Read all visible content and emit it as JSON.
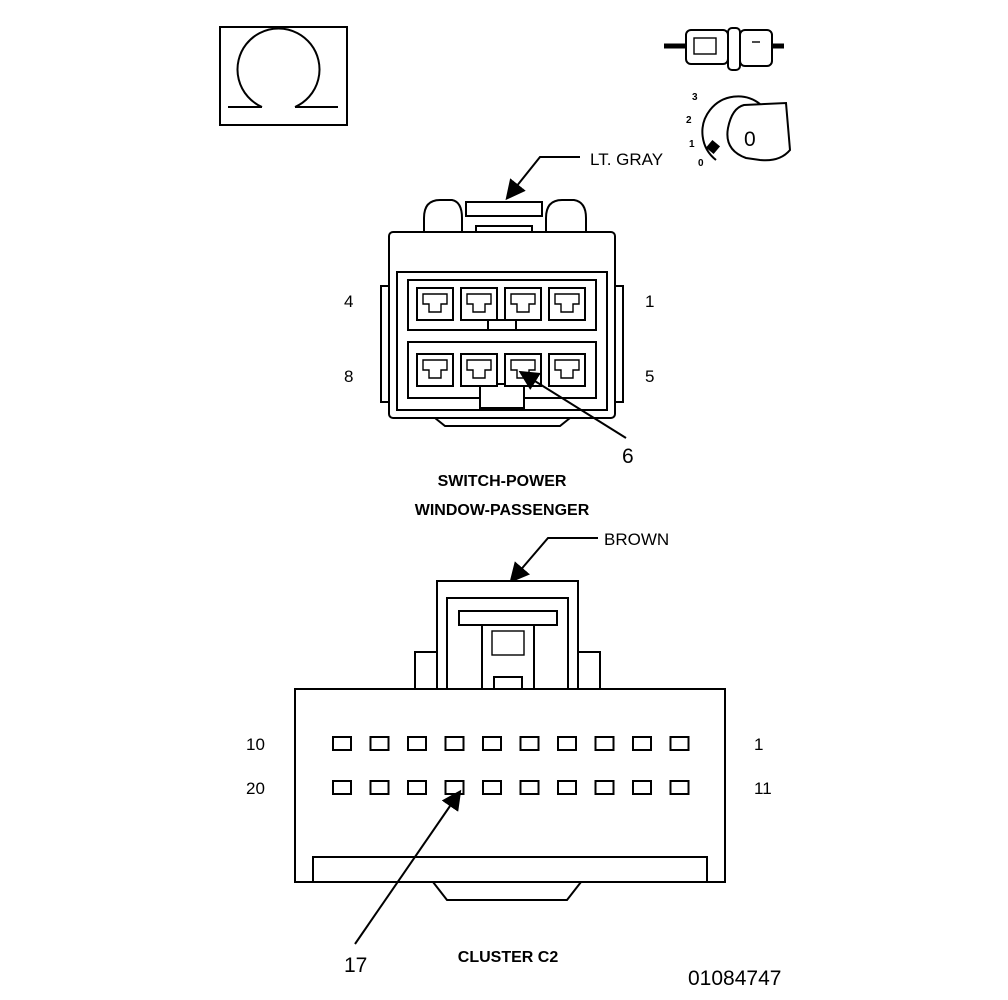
{
  "top_icons": {
    "rotation_symbol": "omega-rotation-icon",
    "connector_symbol": "inline-connector-icon",
    "key_symbol": "ignition-key-icon",
    "key_label": "0",
    "key_positions": [
      "3",
      "2",
      "1",
      "0"
    ]
  },
  "connector_switch": {
    "color_label": "LT. GRAY",
    "pin_labels": {
      "top_left": "4",
      "top_right": "1",
      "bottom_left": "8",
      "bottom_right": "5"
    },
    "callout_pin": "6",
    "title_line1": "SWITCH-POWER",
    "title_line2": "WINDOW-PASSENGER",
    "cavity_count": 8
  },
  "connector_cluster": {
    "color_label": "BROWN",
    "pin_labels": {
      "top_left": "10",
      "top_right": "1",
      "bottom_left": "20",
      "bottom_right": "11"
    },
    "callout_pin": "17",
    "title": "CLUSTER C2",
    "cavity_count": 20
  },
  "figure_number": "01084747"
}
